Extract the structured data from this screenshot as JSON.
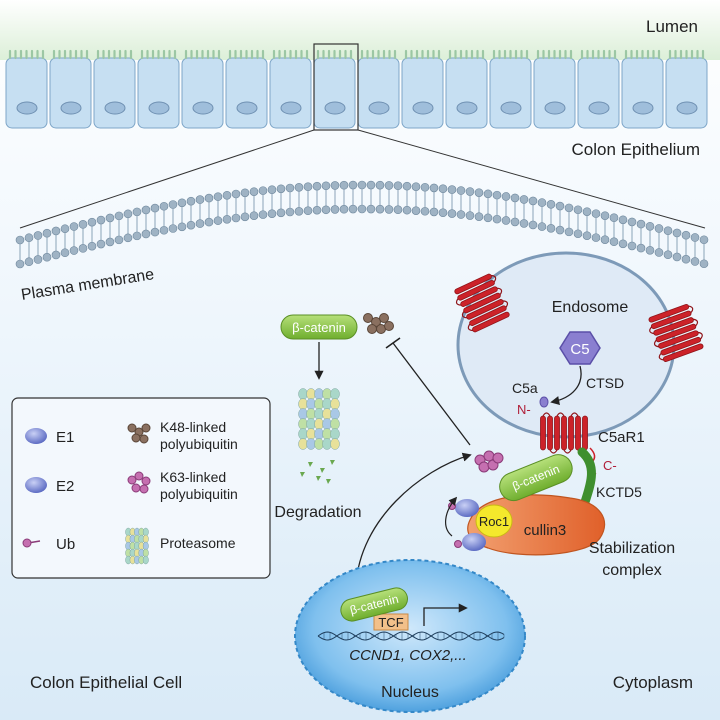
{
  "labels": {
    "lumen": "Lumen",
    "colon_epithelium": "Colon Epithelium",
    "plasma_membrane": "Plasma membrane",
    "endosome": "Endosome",
    "c5": "C5",
    "ctsd": "CTSD",
    "c5a": "C5a",
    "n_term": "N-",
    "c5ar1": "C5aR1",
    "c_term": "C-",
    "kctd5": "KCTD5",
    "beta_catenin": "β-catenin",
    "degradation": "Degradation",
    "roc1": "Roc1",
    "cullin3": "cullin3",
    "stabilization_line1": "Stabilization",
    "stabilization_line2": "complex",
    "tcf": "TCF",
    "genes": "CCND1, COX2,...",
    "nucleus": "Nucleus",
    "colon_epithelial_cell": "Colon Epithelial Cell",
    "cytoplasm": "Cytoplasm"
  },
  "legend": {
    "e1": "E1",
    "e2": "E2",
    "ub": "Ub",
    "k48_line1": "K48-linked",
    "k48_line2": "polyubiquitin",
    "k63_line1": "K63-linked",
    "k63_line2": "polyubiquitin",
    "proteasome": "Proteasome"
  },
  "colors": {
    "cell_fill": "#e9f3fb",
    "epithelium": "#bfd9ee",
    "beta_catenin": "#8cc63f",
    "receptor": "#cc2229",
    "cullin3": "#e86f2d",
    "roc1": "#f4e82c",
    "e_protein": "#6f7fd0",
    "nucleus": "#4aa3e0",
    "k48": "#8a7060",
    "k63": "#b04a90",
    "c5": "#8a7fd0",
    "kctd5": "#3f8f2e"
  }
}
